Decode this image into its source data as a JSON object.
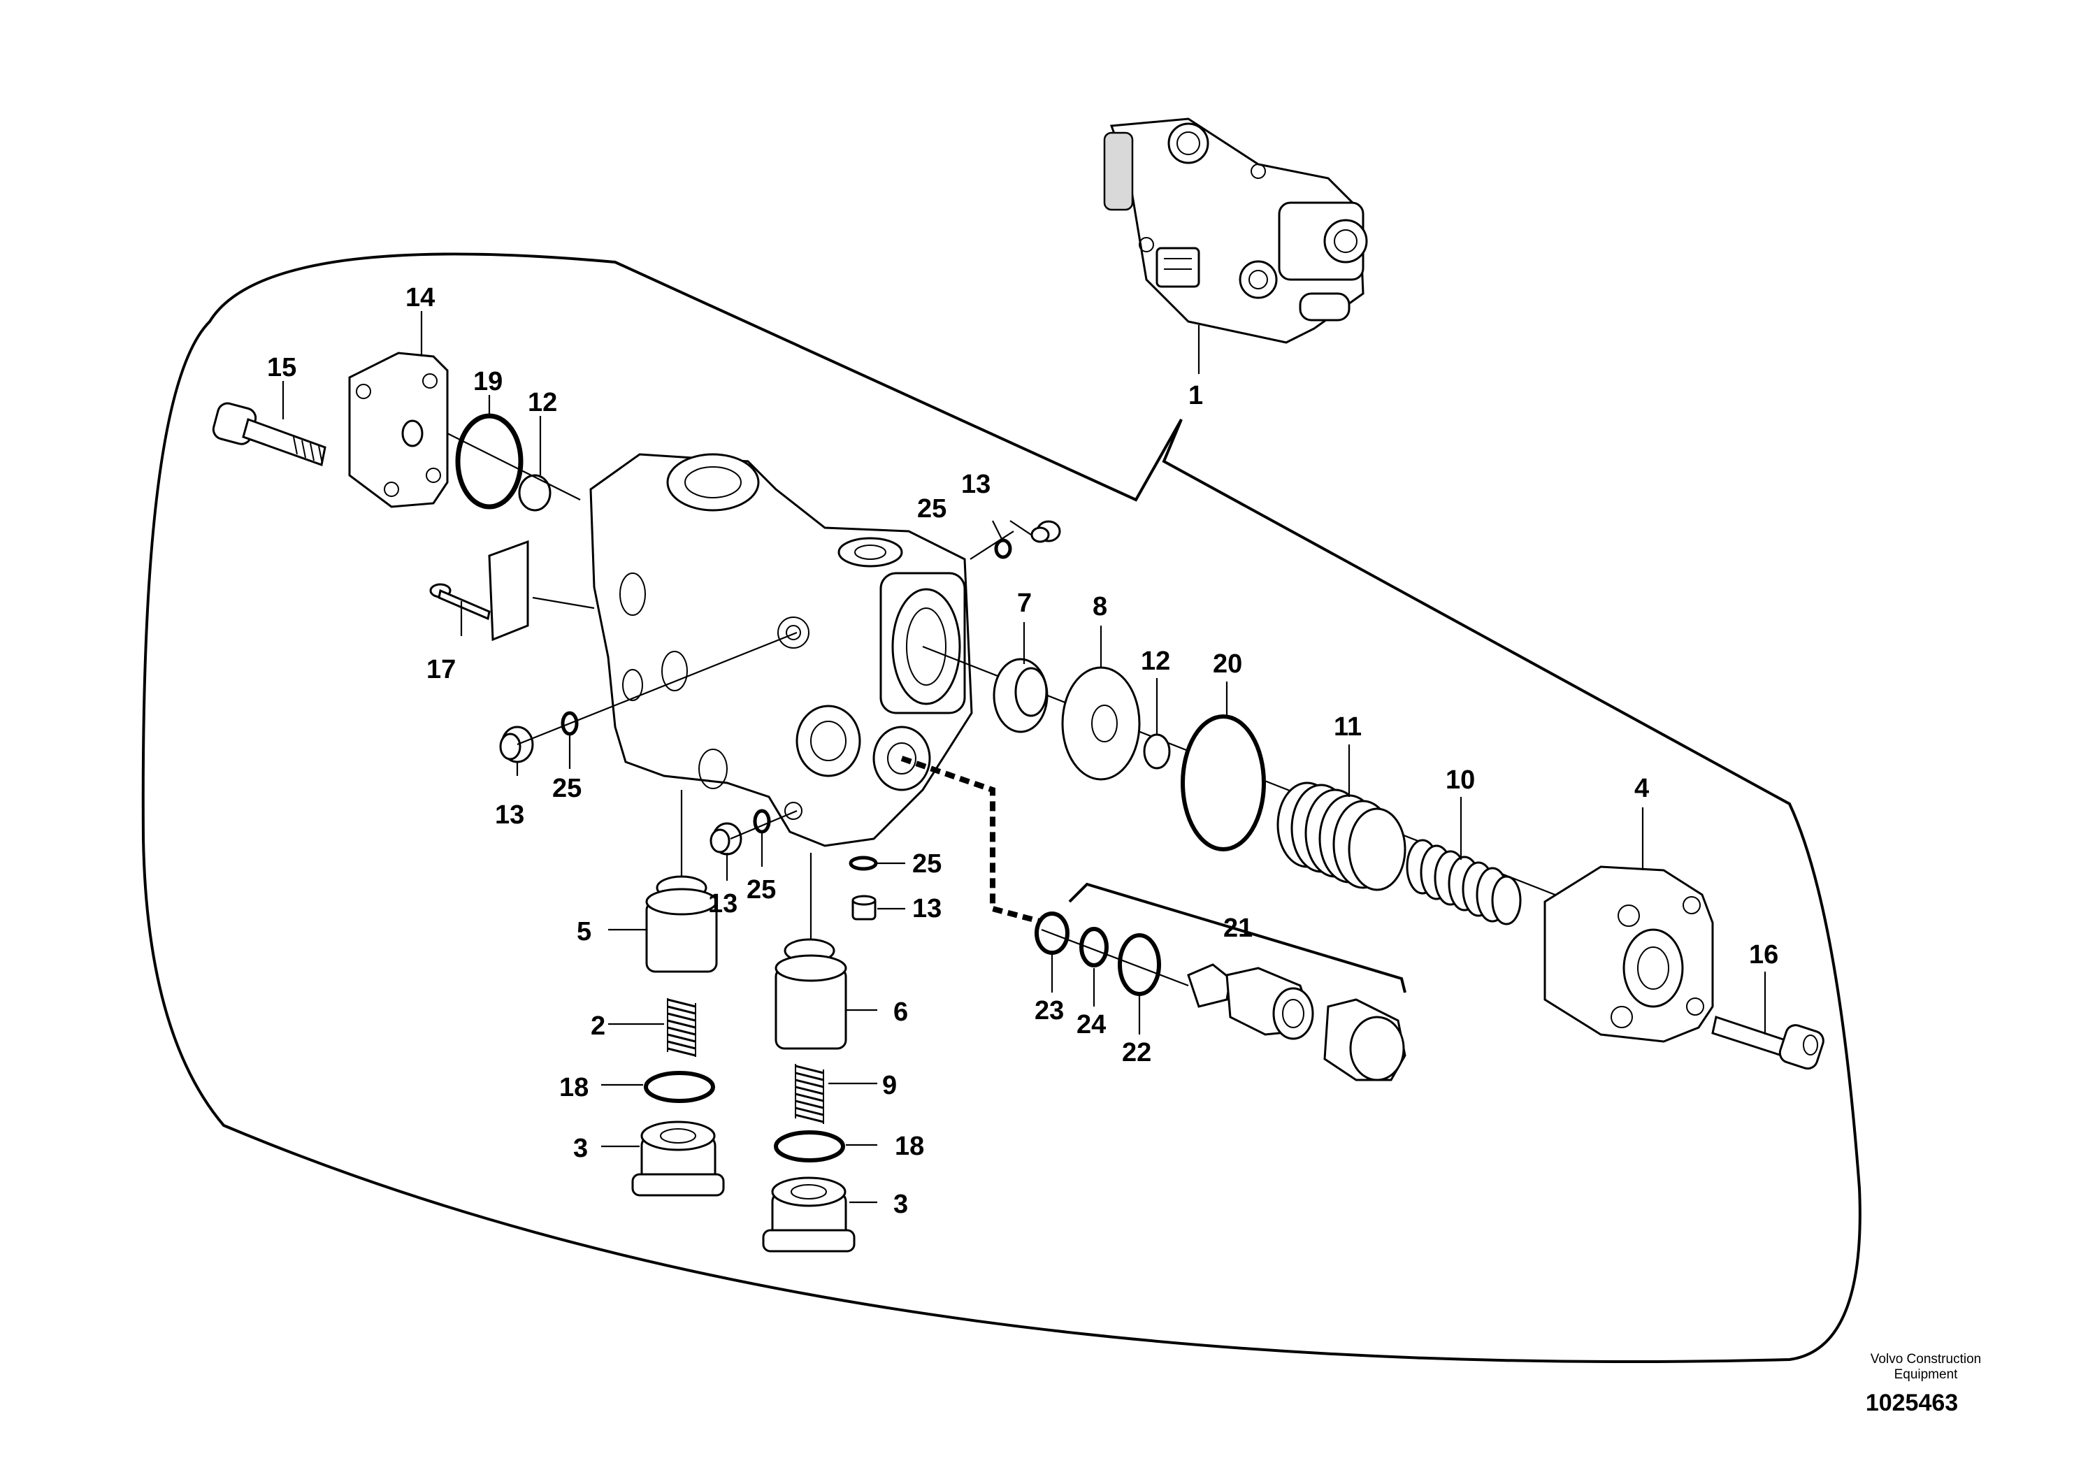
{
  "callouts": {
    "c1": "1",
    "c2": "2",
    "c3a": "3",
    "c3b": "3",
    "c4": "4",
    "c5": "5",
    "c6": "6",
    "c7": "7",
    "c8": "8",
    "c9": "9",
    "c10": "10",
    "c11": "11",
    "c12a": "12",
    "c12b": "12",
    "c13a": "13",
    "c13b": "13",
    "c13c": "13",
    "c13d": "13",
    "c14": "14",
    "c15": "15",
    "c16": "16",
    "c17": "17",
    "c18a": "18",
    "c18b": "18",
    "c19": "19",
    "c20": "20",
    "c21": "21",
    "c22": "22",
    "c23": "23",
    "c24": "24",
    "c25a": "25",
    "c25b": "25",
    "c25c": "25",
    "c25d": "25"
  },
  "footer": {
    "brand_line1": "Volvo Construction",
    "brand_line2": "Equipment",
    "drawing_number": "1025463"
  }
}
